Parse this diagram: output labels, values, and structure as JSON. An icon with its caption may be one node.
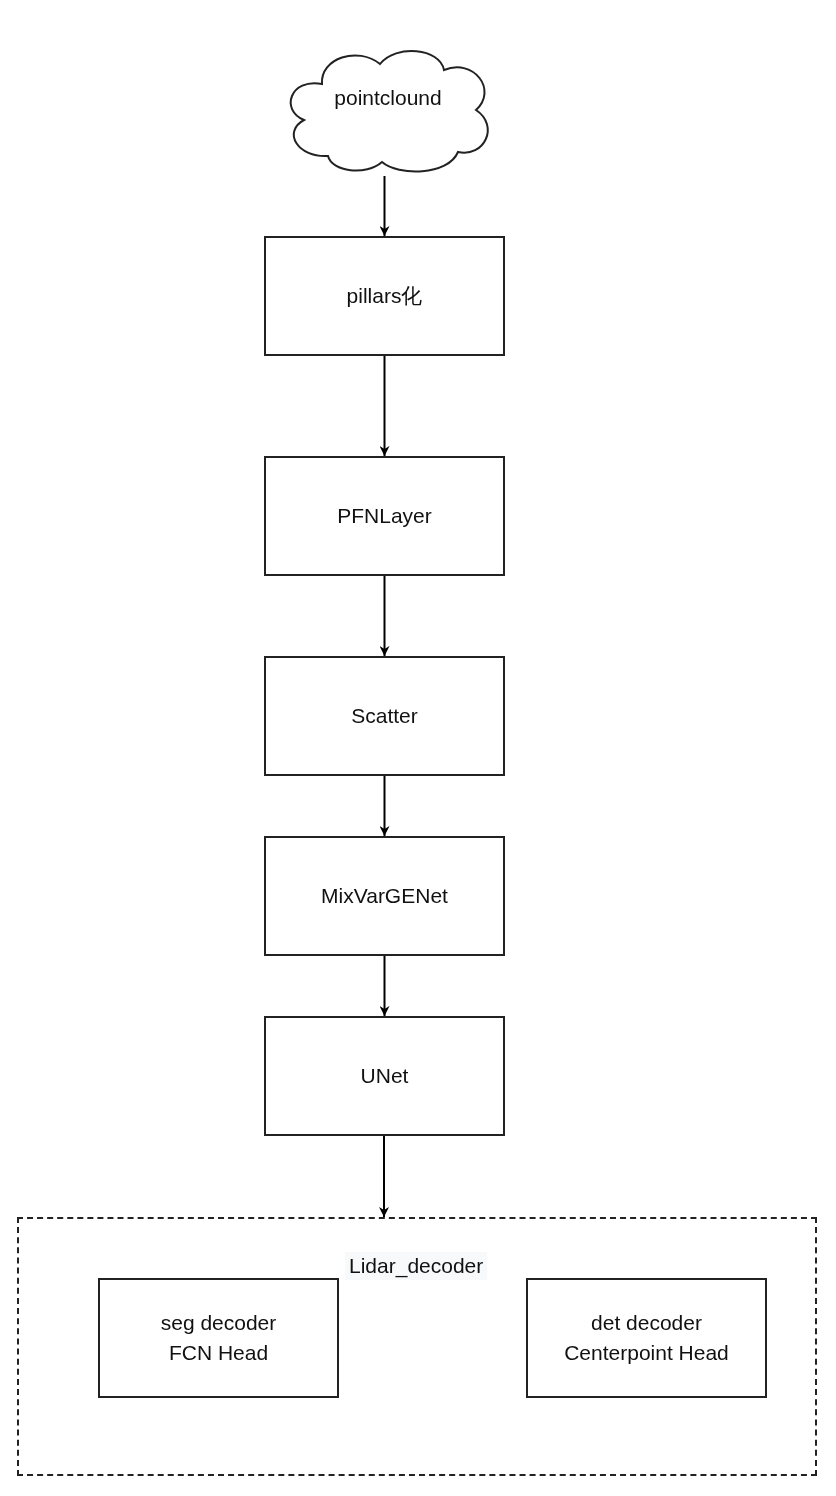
{
  "diagram": {
    "nodes": [
      {
        "text": [
          "pointclound"
        ]
      },
      {
        "text": [
          "pillars化"
        ]
      },
      {
        "text": [
          "PFNLayer"
        ]
      },
      {
        "text": [
          "Scatter"
        ]
      },
      {
        "text": [
          "MixVarGENet"
        ]
      },
      {
        "text": [
          "UNet"
        ]
      },
      {
        "text": [
          "Lidar_decoder"
        ]
      },
      {
        "text": [
          "seg decoder FCN Head"
        ],
        "in": 6
      },
      {
        "text": [
          "det decoder Centerpoint Head"
        ],
        "in": 6
      }
    ],
    "edges": [
      {
        "from": 0,
        "to": 1,
        "arrow": "to"
      },
      {
        "from": 1,
        "to": 2,
        "arrow": "to"
      },
      {
        "from": 2,
        "to": 3,
        "arrow": "to"
      },
      {
        "from": 3,
        "to": 4,
        "arrow": "to"
      },
      {
        "from": 4,
        "to": 5,
        "arrow": "to"
      },
      {
        "from": 5,
        "to": 6,
        "arrow": "to"
      }
    ]
  }
}
